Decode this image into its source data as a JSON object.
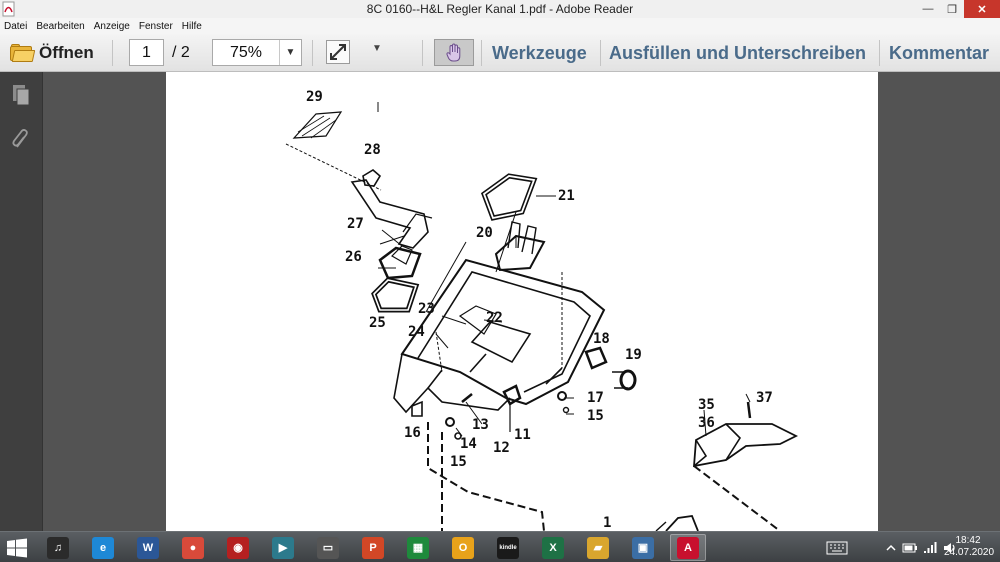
{
  "window": {
    "title": "8C 0160--H&L Regler Kanal 1.pdf - Adobe Reader",
    "min_glyph": "—",
    "max_glyph": "❐",
    "close_glyph": "✕"
  },
  "menu": [
    "Datei",
    "Bearbeiten",
    "Anzeige",
    "Fenster",
    "Hilfe"
  ],
  "toolbar": {
    "open_label": "Öffnen",
    "current_page": "1",
    "page_total": "/ 2",
    "zoom": "75%",
    "zoom_arrow": "▼",
    "more_glyph": "▼",
    "links": [
      "Werkzeuge",
      "Ausfüllen und Unterschreiben",
      "Kommentar"
    ]
  },
  "drawing": {
    "callouts": [
      "29",
      "28",
      "21",
      "27",
      "20",
      "26",
      "25",
      "23",
      "22",
      "24",
      "18",
      "19",
      "17",
      "15",
      "13",
      "16",
      "14",
      "15",
      "12",
      "11",
      "35",
      "37",
      "36",
      "1"
    ]
  },
  "taskbar": {
    "apps": [
      {
        "name": "itunes-icon",
        "glyph": "♫",
        "color": "#2b2b2b"
      },
      {
        "name": "internet-explorer-icon",
        "glyph": "e",
        "color": "#1e88d6"
      },
      {
        "name": "word-icon",
        "glyph": "W",
        "color": "#2b5797"
      },
      {
        "name": "camera-app-icon",
        "glyph": "●",
        "color": "#d84a3a"
      },
      {
        "name": "audio-app-icon",
        "glyph": "◉",
        "color": "#b52020"
      },
      {
        "name": "media-player-icon",
        "glyph": "▶",
        "color": "#2c7a8c"
      },
      {
        "name": "laptop-icon",
        "glyph": "▭",
        "color": "#555555"
      },
      {
        "name": "powerpoint-icon",
        "glyph": "P",
        "color": "#d24726"
      },
      {
        "name": "project-icon",
        "glyph": "▦",
        "color": "#1e8a3c"
      },
      {
        "name": "outlook-icon",
        "glyph": "O",
        "color": "#e8a21a"
      },
      {
        "name": "kindle-icon",
        "glyph": "kindle",
        "color": "#1a1a1a"
      },
      {
        "name": "excel-icon",
        "glyph": "X",
        "color": "#1e7145"
      },
      {
        "name": "file-explorer-icon",
        "glyph": "▰",
        "color": "#d9a62e"
      },
      {
        "name": "photo-viewer-icon",
        "glyph": "▣",
        "color": "#3b6ea5"
      },
      {
        "name": "adobe-reader-icon",
        "glyph": "A",
        "color": "#c8102e"
      }
    ],
    "clock_time": "18:42",
    "clock_date": "24.07.2020"
  },
  "colors": {
    "link": "#4a6b8a",
    "close_button": "#c7362b"
  }
}
